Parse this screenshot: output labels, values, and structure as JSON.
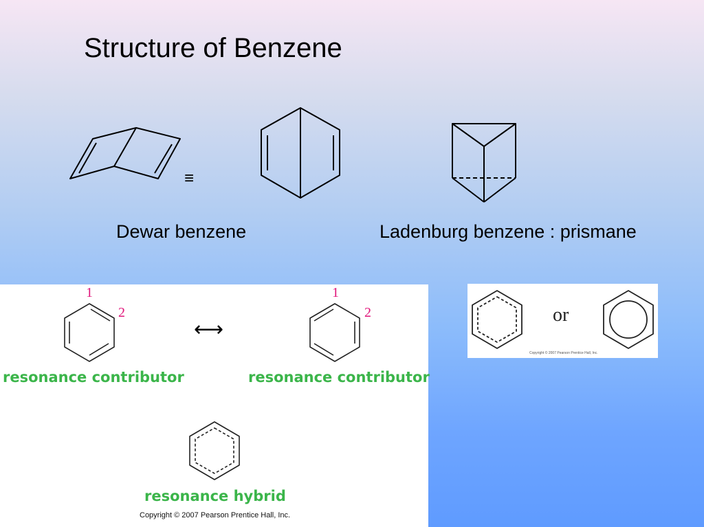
{
  "slide": {
    "title": "Structure of Benzene"
  },
  "top": {
    "equiv_symbol": "≡",
    "dewar_caption": "Dewar benzene",
    "ladenburg_caption": "Ladenburg benzene :  prismane"
  },
  "resonance_panel": {
    "left_number_1": "1",
    "left_number_2": "2",
    "right_number_1": "1",
    "right_number_2": "2",
    "arrow": "⟷",
    "left_label": "resonance contributor",
    "right_label": "resonance contributor",
    "hybrid_label": "resonance hybrid",
    "copyright": "Copyright © 2007 Pearson Prentice Hall, Inc."
  },
  "or_panel": {
    "or_text": "or",
    "copyright": "Copyright © 2007 Pearson Prentice Hall, Inc."
  },
  "colors": {
    "label_green": "#3bb54a",
    "number_pink": "#e0157a"
  }
}
